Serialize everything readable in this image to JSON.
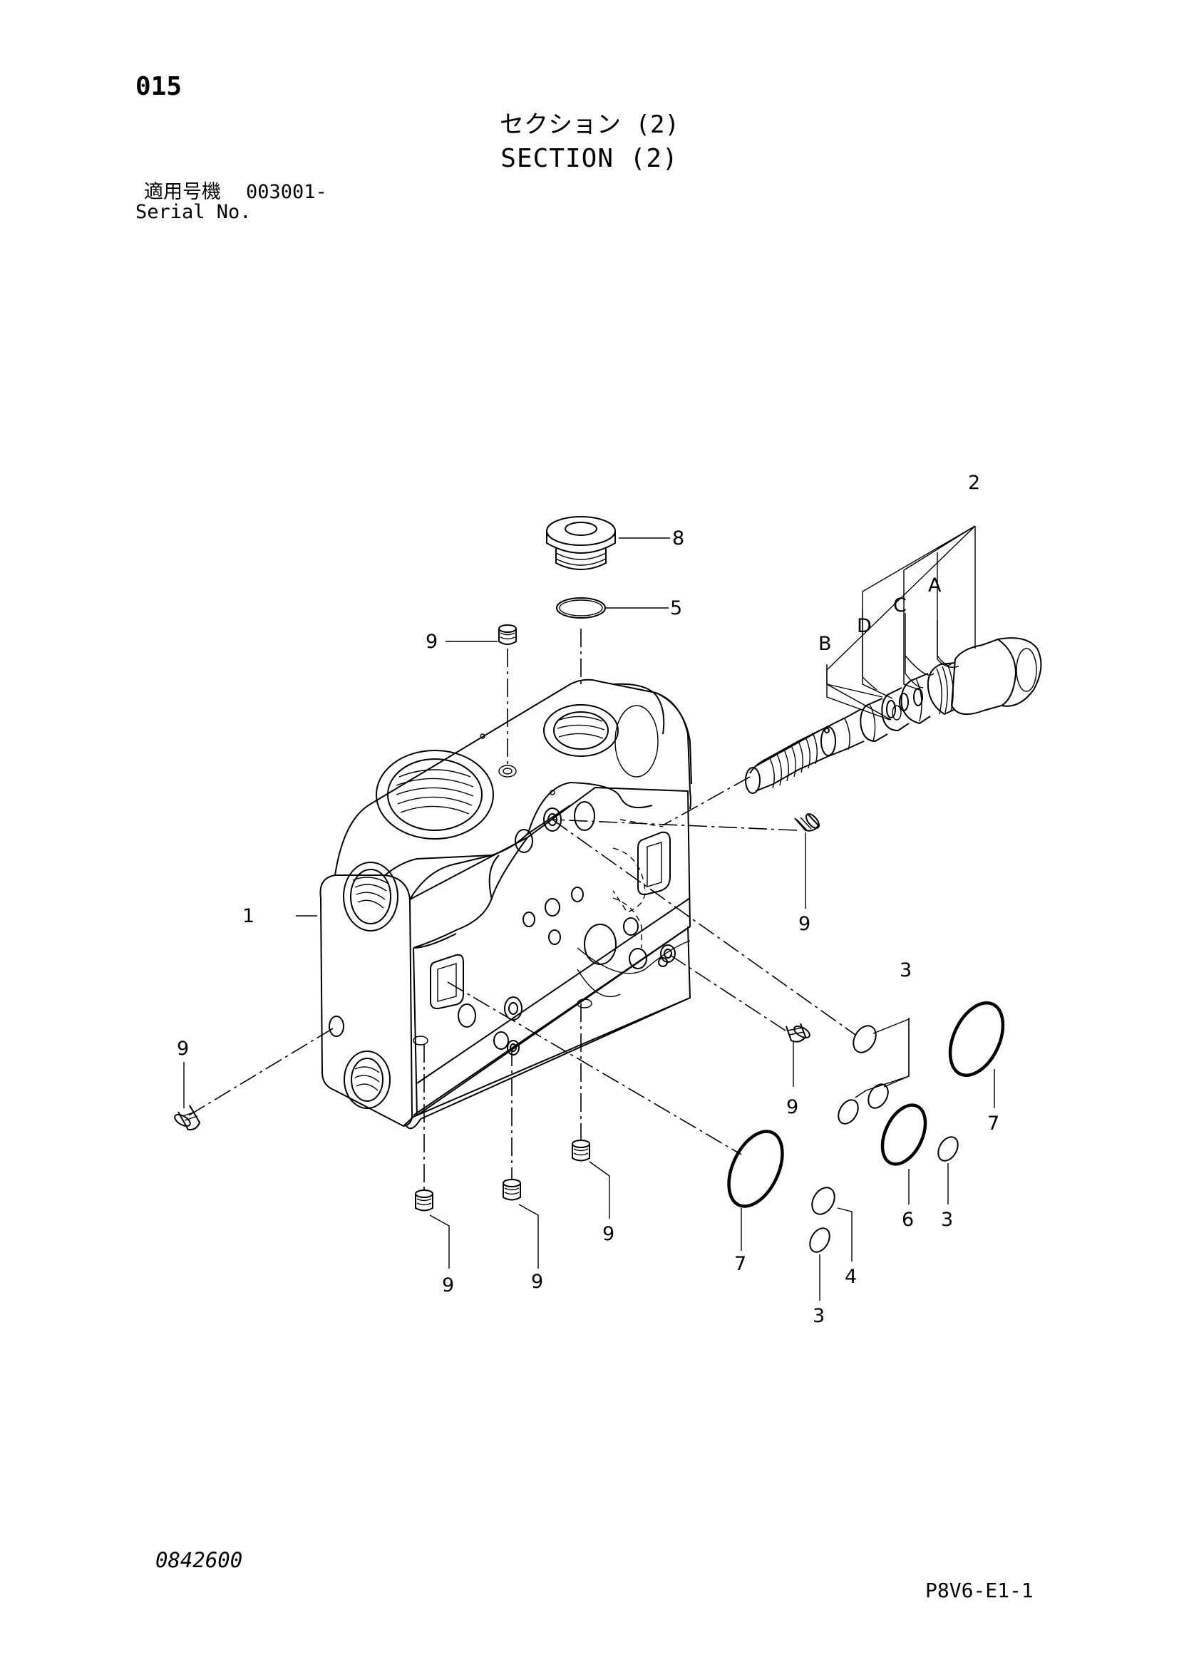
{
  "header": {
    "page_number": "015",
    "title_jp": "セクション (2)",
    "title_en": "SECTION (2)",
    "serial_label_jp": "適用号機",
    "serial_value": "003001-",
    "serial_label_en": "Serial No."
  },
  "callouts": {
    "c1": "1",
    "c2": "2",
    "c3a": "3",
    "c3b": "3",
    "c3c": "3",
    "c4": "4",
    "c5": "5",
    "c6": "6",
    "c7a": "7",
    "c7b": "7",
    "c8": "8",
    "c9a": "9",
    "c9b": "9",
    "c9c": "9",
    "c9d": "9",
    "c9e": "9",
    "c9f": "9",
    "c9g": "9",
    "letA": "A",
    "letB": "B",
    "letC": "C",
    "letD": "D"
  },
  "footer": {
    "doc_number": "0842600",
    "page_code": "P8V6-E1-1"
  }
}
